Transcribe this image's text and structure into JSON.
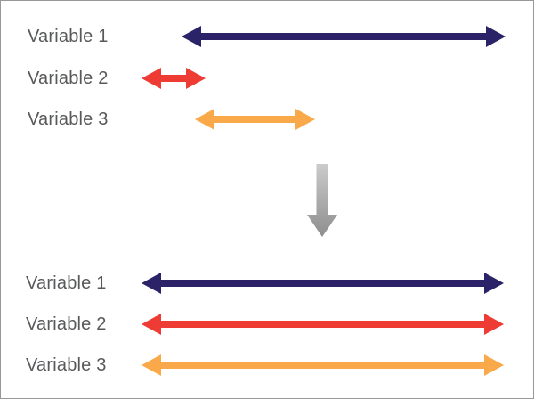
{
  "colors": {
    "navy": "#2b2368",
    "red": "#ee3c35",
    "orange": "#f9a94a",
    "label_text": "#58595b",
    "frame_border": "#98989a",
    "transform_arrow_top": "#cbcbcb",
    "transform_arrow_bottom": "#8e8e8e"
  },
  "icons": {
    "transform": "down-arrow"
  },
  "before": {
    "rows": [
      {
        "label": "Variable 1",
        "color": "navy"
      },
      {
        "label": "Variable 2",
        "color": "red"
      },
      {
        "label": "Variable 3",
        "color": "orange"
      }
    ]
  },
  "after": {
    "rows": [
      {
        "label": "Variable 1",
        "color": "navy"
      },
      {
        "label": "Variable 2",
        "color": "red"
      },
      {
        "label": "Variable 3",
        "color": "orange"
      }
    ]
  }
}
